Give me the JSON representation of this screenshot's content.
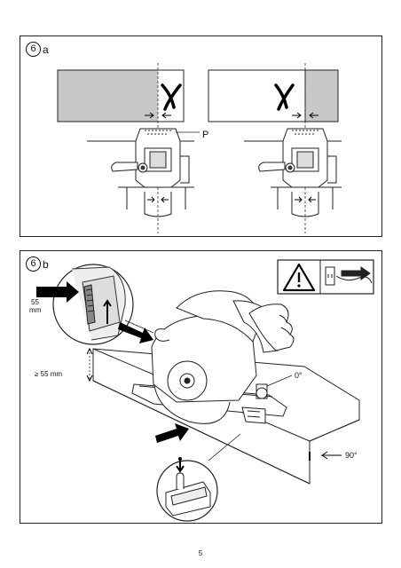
{
  "page_number": "5",
  "figure_a": {
    "number": "6",
    "letter": "a",
    "label_p": "P"
  },
  "figure_b": {
    "number": "6",
    "letter": "b",
    "depth_label_line1": "55",
    "depth_label_line2": "mm",
    "min_height_label": "≥ 55 mm",
    "angle_zero": "0°",
    "angle_ninety": "90°"
  }
}
